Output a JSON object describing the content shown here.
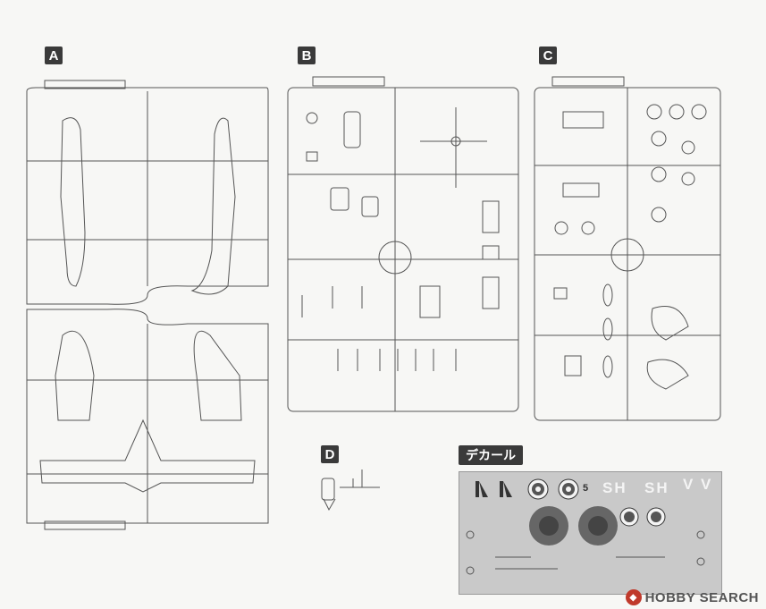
{
  "labels": {
    "a": "A",
    "b": "B",
    "c": "C",
    "d": "D",
    "decal": "デカール"
  },
  "decal_markings": {
    "sh1": "SH",
    "sh2": "SH",
    "v1": "V",
    "v2": "V",
    "code": "5"
  },
  "watermark": {
    "brand": "HOBBY SEARCH"
  },
  "colors": {
    "frame_stroke": "#555555",
    "label_bg": "#3a3a3a",
    "decal_bg": "#c9c9c9"
  }
}
